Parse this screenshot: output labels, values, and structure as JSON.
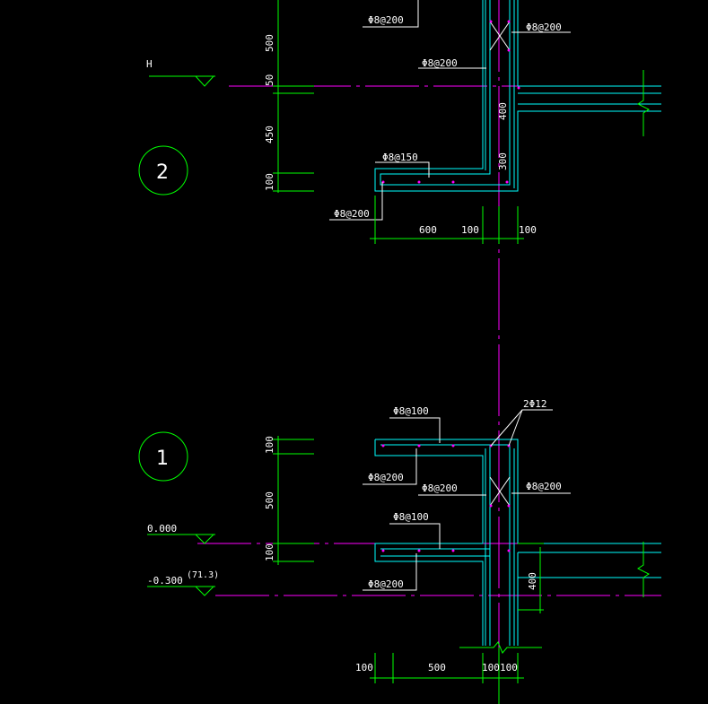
{
  "labels": {
    "elev_h": "H",
    "elev_zero": "0.000",
    "elev_neg": "-0.300",
    "elev_paren": "(71.3)",
    "detail_2": "2",
    "detail_1": "1"
  },
  "rebar": {
    "s2_top_left": "Φ8@200",
    "s2_top_right": "Φ8@200",
    "s2_mid": "Φ8@200",
    "s2_slab": "Φ8@150",
    "s2_bottom": "Φ8@200",
    "s1_top": "Φ8@100",
    "s1_twelve": "2Φ12",
    "s1_left": "Φ8@200",
    "s1_mid": "Φ8@200",
    "s1_right": "Φ8@200",
    "s1_lower": "Φ8@100",
    "s1_bottom": "Φ8@200"
  },
  "dims": {
    "s2_v500": "500",
    "s2_v50": "50",
    "s2_v450": "450",
    "s2_v100": "100",
    "s2_v400": "400",
    "s2_v300": "300",
    "s2_h600": "600",
    "s2_h100a": "100",
    "s2_h100b": "100",
    "s1_v100a": "100",
    "s1_v500": "500",
    "s1_v100b": "100",
    "s1_v400": "400",
    "s1_h100": "100",
    "s1_h500": "500",
    "s1_h100a": "100",
    "s1_h100b": "100"
  }
}
